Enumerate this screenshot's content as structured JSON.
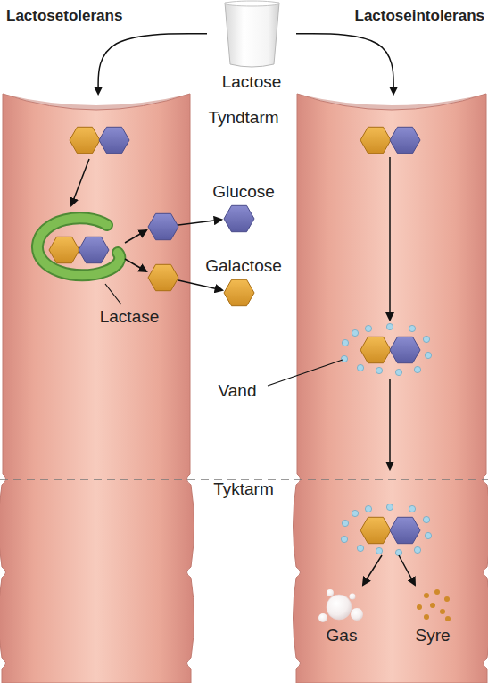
{
  "diagram": {
    "nodes": [
      {
        "text": [
          "Lactose"
        ]
      },
      {
        "text": [
          "Lactosetolerans"
        ]
      },
      {
        "text": [
          "Lactoseintolerans"
        ]
      }
    ],
    "edges": [
      {
        "from": 0,
        "to": 1,
        "arrow": "to"
      },
      {
        "from": 0,
        "to": 2,
        "arrow": "to"
      }
    ],
    "labels": [
      "Tyndtarm",
      "Glucose",
      "Galactose",
      "Lactase",
      "Vand",
      "Tyktarm",
      "Gas",
      "Syre"
    ]
  }
}
